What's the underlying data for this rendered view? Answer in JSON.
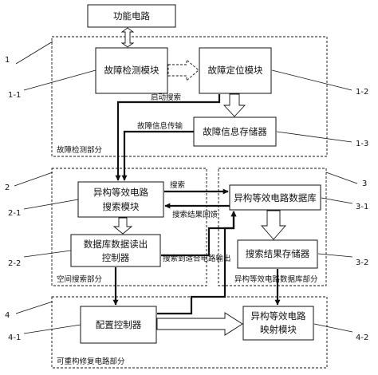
{
  "boxes": {
    "functional_circuit": "功能电路",
    "fault_detection_module": "故障检测模块",
    "fault_location_module": "故障定位模块",
    "fault_info_storage": "故障信息存储器",
    "search_module_line1": "异构等效电路",
    "search_module_line2": "搜索模块",
    "db_reader_line1": "数据库数据读出",
    "db_reader_line2": "控制器",
    "circuit_database": "异构等效电路数据库",
    "search_result_storage": "搜索结果存储器",
    "config_controller": "配置控制器",
    "mapping_module_line1": "异构等效电路",
    "mapping_module_line2": "映射模块"
  },
  "groups": {
    "fault_detection_part": "故障检测部分",
    "space_search_part": "空间搜索部分",
    "circuit_database_part": "异构等效电路数据库部分",
    "reconfigurable_repair_part": "可重构修复电路部分"
  },
  "signals": {
    "start_search": "启动搜索",
    "fault_info_transfer": "故障信息传输",
    "search": "搜索",
    "search_result_feedback": "搜索结果回馈",
    "search_to_suitable_output": "搜索到适合电路输出"
  },
  "refs": {
    "r1": "1",
    "r1_1": "1-1",
    "r1_2": "1-2",
    "r1_3": "1-3",
    "r2": "2",
    "r2_1": "2-1",
    "r2_2": "2-2",
    "r3": "3",
    "r3_1": "3-1",
    "r3_2": "3-2",
    "r4": "4",
    "r4_1": "4-1",
    "r4_2": "4-2"
  },
  "colors": {
    "line": "#111111",
    "hollow_arrow": "#ffffff"
  }
}
